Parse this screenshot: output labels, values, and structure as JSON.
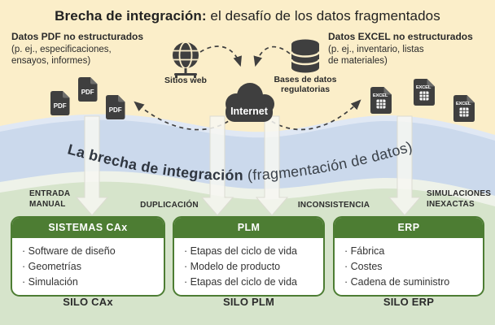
{
  "title": {
    "bold": "Brecha de integración:",
    "regular": " el desafío de los datos fragmentados"
  },
  "sources": {
    "pdf": {
      "heading": "Datos PDF no estructurados",
      "sub1": "(p. ej., especificaciones,",
      "sub2": "ensayos, informes)",
      "file_label": "PDF"
    },
    "excel": {
      "heading": "Datos EXCEL no estructurados",
      "sub1": "(p. ej., inventario, listas",
      "sub2": "de materiales)",
      "file_label": "EXCEL"
    }
  },
  "network": {
    "websites_label": "Sitios web",
    "internet_label": "Internet",
    "databases_line1": "Bases de datos",
    "databases_line2": "regulatorias"
  },
  "gap_band": {
    "bold": "La brecha de integración ",
    "regular": "(fragmentación de datos)"
  },
  "problems": [
    {
      "line1": "ENTRADA",
      "line2": "MANUAL"
    },
    {
      "line1": "DUPLICACIÓN",
      "line2": ""
    },
    {
      "line1": "INCONSISTENCIA",
      "line2": ""
    },
    {
      "line1": "SIMULACIONES",
      "line2": "INEXACTAS"
    }
  ],
  "systems": [
    {
      "header": "SISTEMAS CAx",
      "items": [
        "Software de diseño",
        "Geometrías",
        "Simulación"
      ],
      "silo": "SILO CAx"
    },
    {
      "header": "PLM",
      "items": [
        "Etapas del ciclo de vida",
        "Modelo de producto",
        "Etapas del ciclo de vida"
      ],
      "silo": "SILO PLM"
    },
    {
      "header": "ERP",
      "items": [
        "Fábrica",
        "Costes",
        "Cadena de suministro"
      ],
      "silo": "SILO ERP"
    }
  ],
  "colors": {
    "background_cream": "#fbeec9",
    "band_blue": "#cbd9ec",
    "band_blue_fringe": "#e0e8f4",
    "band_green": "#d6e4cb",
    "band_green_fringe": "#eef2e9",
    "box_green": "#4d7d33",
    "icon_dark": "#3f3f3f",
    "arrow_white": "#f7f7f2"
  }
}
